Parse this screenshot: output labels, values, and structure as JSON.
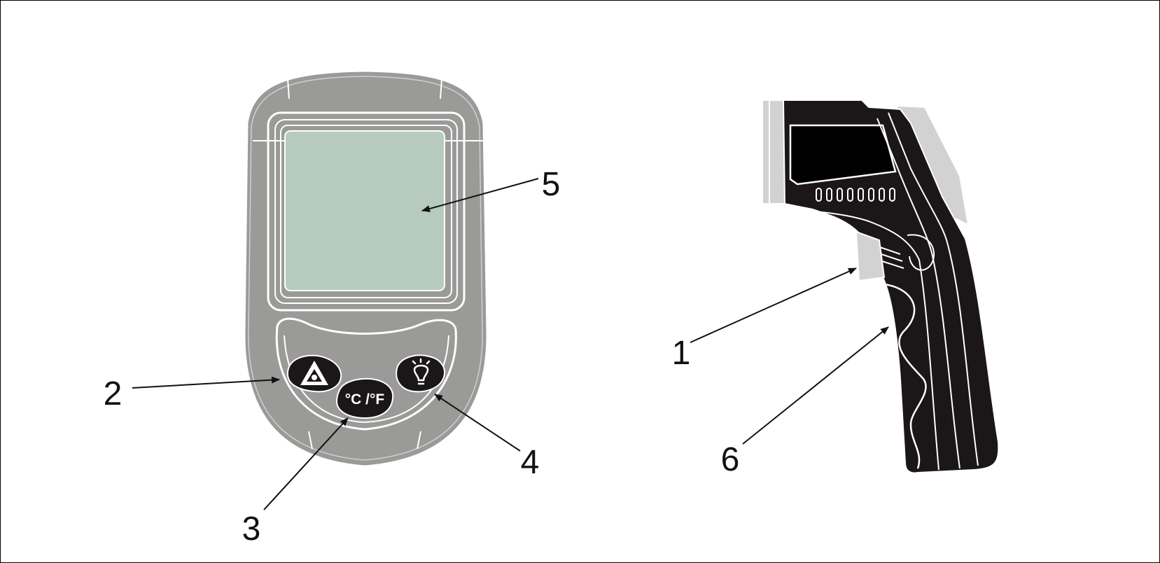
{
  "figure": {
    "clipped_heading": "",
    "callouts": [
      {
        "id": "1",
        "label": "1",
        "part": "trigger"
      },
      {
        "id": "2",
        "label": "2",
        "part": "laser-button"
      },
      {
        "id": "3",
        "label": "3",
        "part": "unit-button"
      },
      {
        "id": "4",
        "label": "4",
        "part": "backlight-button"
      },
      {
        "id": "5",
        "label": "5",
        "part": "lcd-display"
      },
      {
        "id": "6",
        "label": "6",
        "part": "handle"
      }
    ],
    "buttons": {
      "unit_button_text": "°C /°F"
    },
    "colors": {
      "body_gray": "#9a9a98",
      "lcd_green": "#b6cbbd",
      "outline_white": "#ffffff",
      "handle_black": "#1b1617",
      "accent_light_gray": "#d2d2d2"
    }
  }
}
